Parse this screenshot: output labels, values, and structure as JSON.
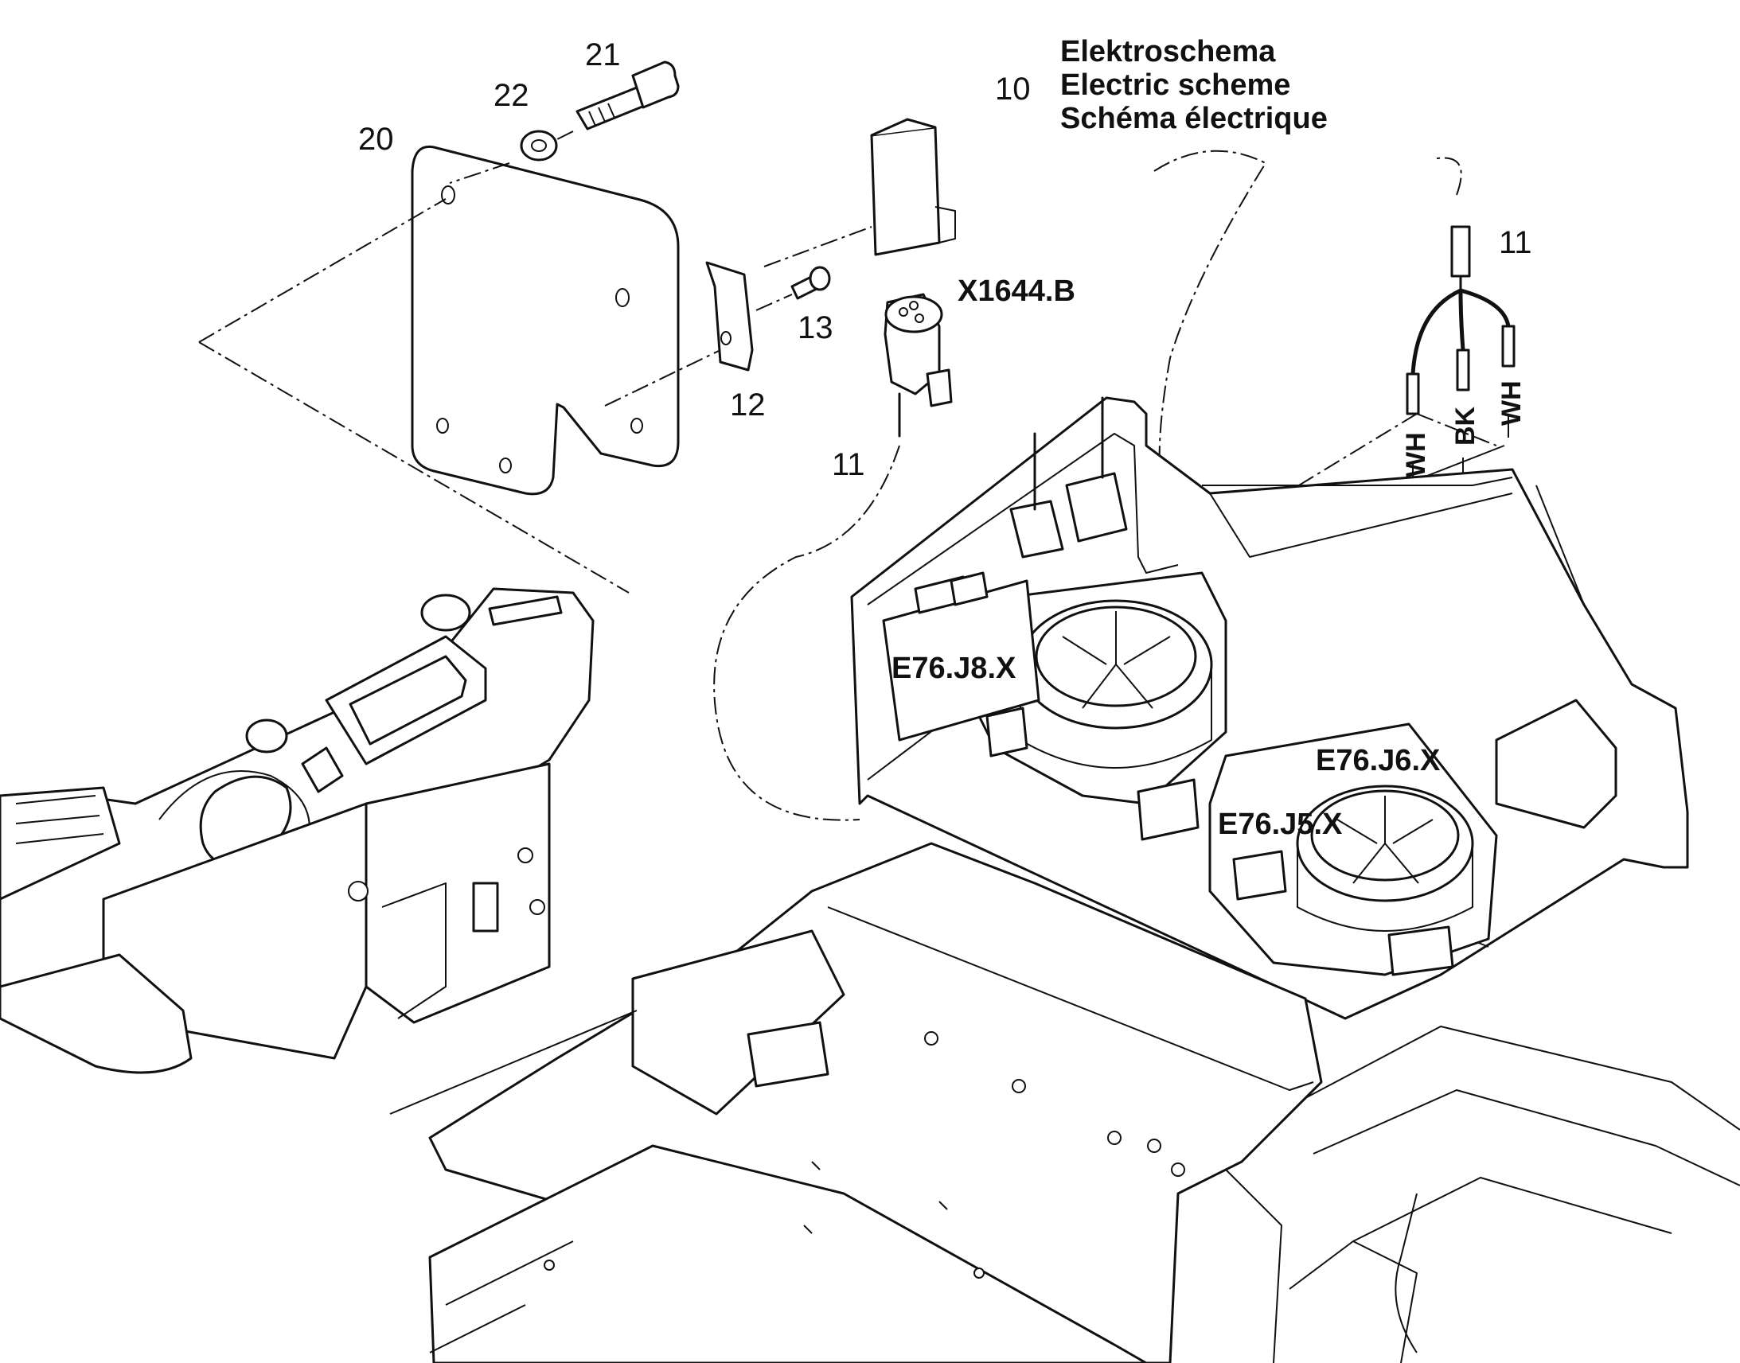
{
  "title_block": {
    "number": "10",
    "line_de": "Elektroschema",
    "line_en": "Electric scheme",
    "line_fr": "Schéma électrique"
  },
  "callouts": {
    "c20": "20",
    "c21": "21",
    "c22": "22",
    "c13": "13",
    "c12": "12",
    "c11_connector": "11",
    "c11_cable": "11"
  },
  "connectors": {
    "x1644b": "X1644.B",
    "e76_j8": "E76.J8.X",
    "e76_j6": "E76.J6.X",
    "e76_j5": "E76.J5.X"
  },
  "wire_colors": {
    "wh_left": "WH",
    "bk": "BK",
    "wh_right": "WH"
  }
}
